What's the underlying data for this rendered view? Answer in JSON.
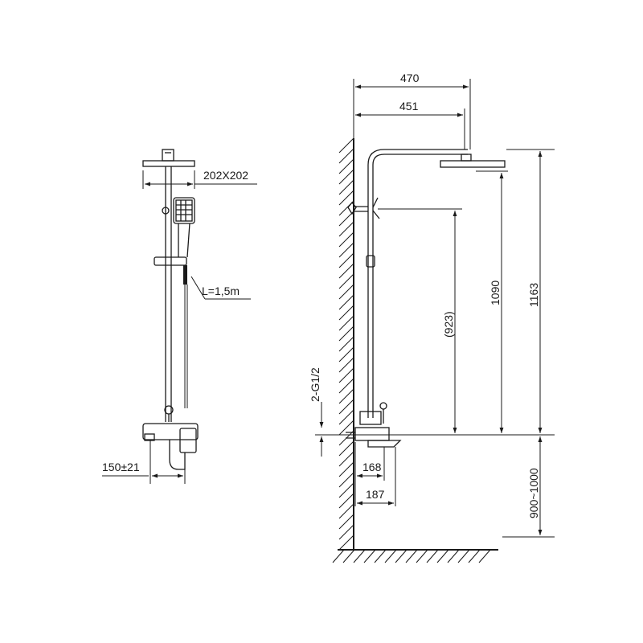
{
  "front_view": {
    "head_size": "202X202",
    "hose_length": "L=1,5m",
    "inlet_spacing": "150±21"
  },
  "side_view": {
    "overall_reach": "470",
    "arm_reach": "451",
    "inlet_thread": "2-G1/2",
    "height_to_holder": "(923)",
    "height_to_head": "1090",
    "height_to_top": "1163",
    "mixer_projection": "168",
    "spout_projection": "187",
    "mount_height": "900~1000"
  }
}
